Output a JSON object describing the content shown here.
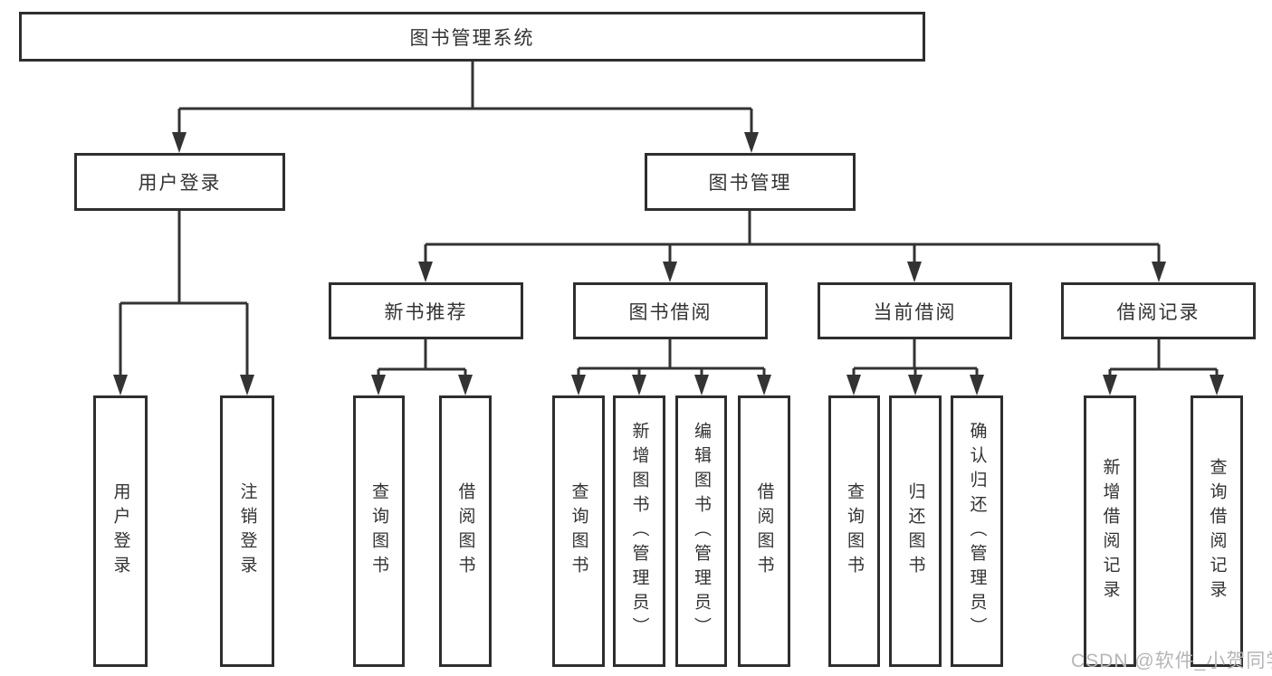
{
  "diagram": {
    "title": "图书管理系统",
    "level2": [
      {
        "label": "用户登录"
      },
      {
        "label": "图书管理"
      }
    ],
    "level3": [
      {
        "label": "新书推荐",
        "parent": "图书管理"
      },
      {
        "label": "图书借阅",
        "parent": "图书管理"
      },
      {
        "label": "当前借阅",
        "parent": "图书管理"
      },
      {
        "label": "借阅记录",
        "parent": "图书管理"
      }
    ],
    "leaves": [
      {
        "label": "用户登录",
        "parent": "用户登录"
      },
      {
        "label": "注销登录",
        "parent": "用户登录"
      },
      {
        "label": "查询图书",
        "parent": "新书推荐"
      },
      {
        "label": "借阅图书",
        "parent": "新书推荐"
      },
      {
        "label": "查询图书",
        "parent": "图书借阅"
      },
      {
        "label": "新增图书（管理员）",
        "parent": "图书借阅"
      },
      {
        "label": "编辑图书（管理员）",
        "parent": "图书借阅"
      },
      {
        "label": "借阅图书",
        "parent": "图书借阅"
      },
      {
        "label": "查询图书",
        "parent": "当前借阅"
      },
      {
        "label": "归还图书",
        "parent": "当前借阅"
      },
      {
        "label": "确认归还（管理员）",
        "parent": "当前借阅"
      },
      {
        "label": "新增借阅记录",
        "parent": "借阅记录"
      },
      {
        "label": "查询借阅记录",
        "parent": "借阅记录"
      }
    ]
  },
  "watermark": "CSDN @软件_小贺同学",
  "colors": {
    "line": "#333333",
    "box_border": "#2e2e2e",
    "text": "#333333",
    "watermark": "#b6b6b9",
    "background": "#ffffff"
  }
}
